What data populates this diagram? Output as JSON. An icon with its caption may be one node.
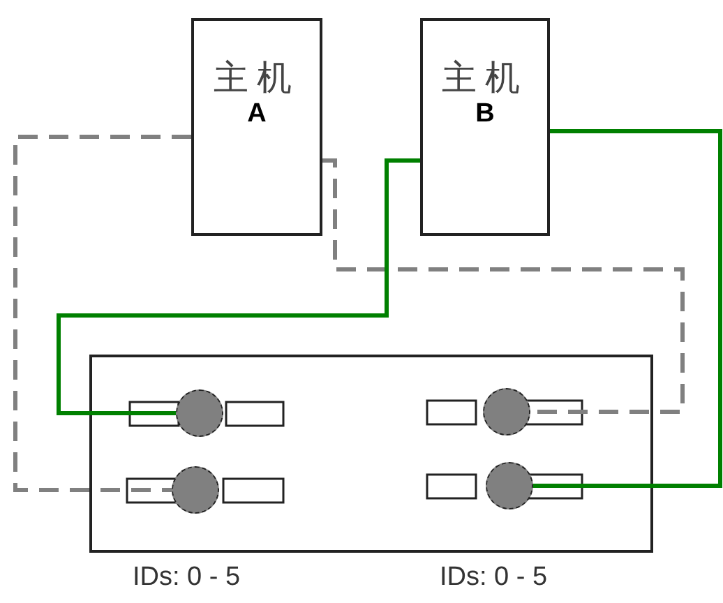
{
  "diagram": {
    "nodes": [
      {
        "text": [
          "主机",
          "A"
        ]
      },
      {
        "text": [
          "主机",
          "B"
        ]
      },
      {
        "text": [],
        "shape": "box"
      },
      {
        "text": [],
        "shape": "circle",
        "in": 2
      },
      {
        "text": [],
        "shape": "circle",
        "in": 2
      },
      {
        "text": [],
        "shape": "circle",
        "in": 2
      },
      {
        "text": [],
        "shape": "circle",
        "in": 2
      }
    ],
    "edges": [
      {
        "from": 0,
        "to": 5,
        "arrow": "none",
        "style": "dashed",
        "color": "#808080"
      },
      {
        "from": 0,
        "to": 4,
        "arrow": "none",
        "style": "dashed",
        "color": "#808080"
      },
      {
        "from": 1,
        "to": 3,
        "arrow": "none",
        "color": "#008000"
      },
      {
        "from": 1,
        "to": 6,
        "arrow": "none",
        "color": "#008000"
      }
    ],
    "labels": [
      "IDs: 0 - 5",
      "IDs: 0 - 5"
    ]
  }
}
